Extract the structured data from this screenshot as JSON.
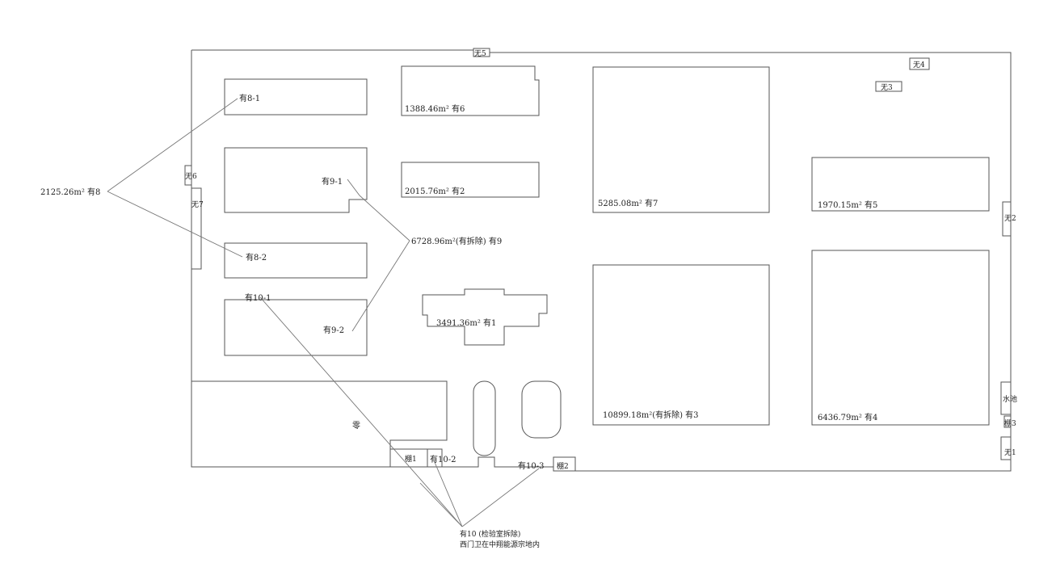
{
  "labels": {
    "wu1": "无1",
    "wu2": "无2",
    "wu3": "无3",
    "wu4": "无4",
    "wu5": "无5",
    "wu6": "无6",
    "wu7": "无7",
    "you1": "3491.36m² 有1",
    "you2": "2015.76m²  有2",
    "you3": "10899.18m²(有拆除) 有3",
    "you4": "6436.79m² 有4",
    "you5": "1970.15m²  有5",
    "you6": "1388.46m² 有6",
    "you7": "5285.08m² 有7",
    "you8": "2125.26m² 有8",
    "you8_1": "有8-1",
    "you8_2": "有8-2",
    "you9": "6728.96m²(有拆除) 有9",
    "you9_1": "有9-1",
    "you9_2": "有9-2",
    "you10_1": "有10-1",
    "you10_2": "有10-2",
    "you10_3": "有10-3",
    "you10_note_line1": "有10 (检验室拆除)",
    "you10_note_line2": "西门卫在中翔能源宗地内",
    "peng1": "棚1",
    "peng2": "棚2",
    "peng3": "棚3",
    "shuichi": "水池",
    "yard": "零"
  }
}
